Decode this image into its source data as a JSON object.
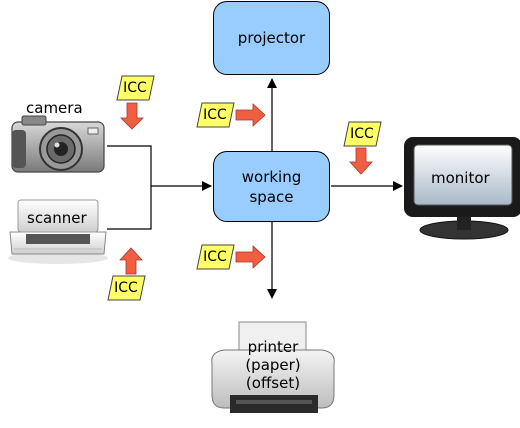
{
  "nodes": {
    "projector": "projector",
    "working_space_line1": "working",
    "working_space_line2": "space",
    "monitor": "monitor",
    "camera": "camera",
    "scanner": "scanner",
    "printer_line1": "printer",
    "printer_line2": "(paper)",
    "printer_line3": "(offset)"
  },
  "profile_label": "ICC",
  "colors": {
    "box_fill": "#99ccff",
    "icc_fill": "#ffff66",
    "icc_arrow": "#f06040",
    "line": "#000000"
  },
  "icons": [
    "camera-icon",
    "scanner-icon",
    "monitor-icon",
    "printer-icon"
  ]
}
